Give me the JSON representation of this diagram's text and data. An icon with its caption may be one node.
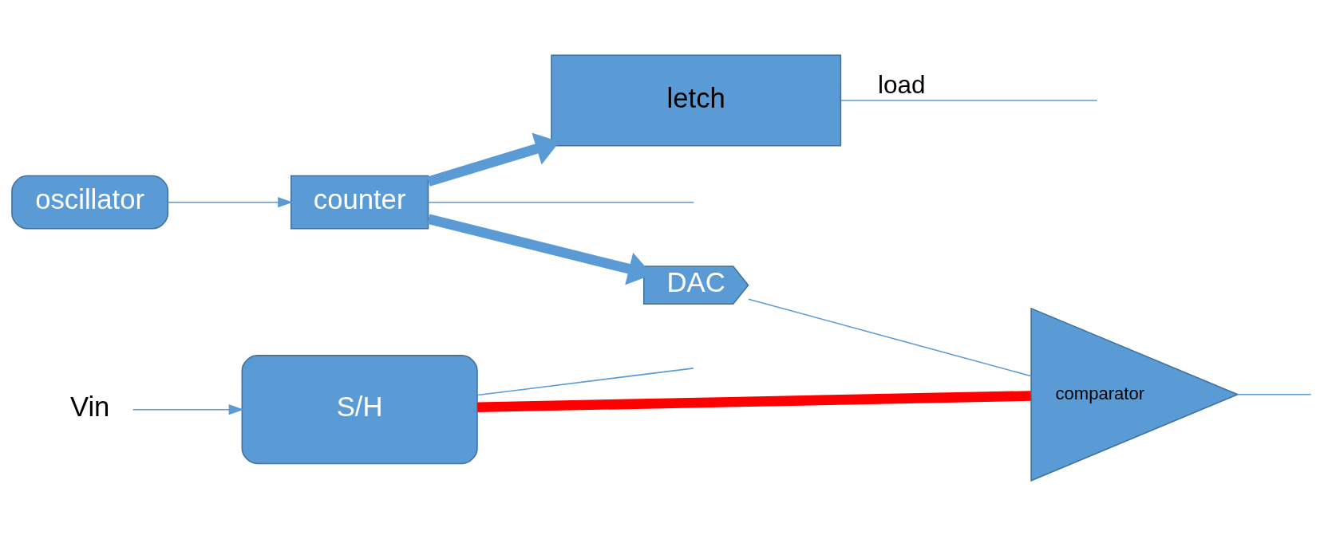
{
  "diagram": {
    "nodes": [
      {
        "text": [
          "oscillator"
        ]
      },
      {
        "text": [
          "counter"
        ]
      },
      {
        "text": [
          "DAC"
        ]
      },
      {
        "text": [
          "comparator"
        ]
      },
      {
        "text": [
          "Vin"
        ]
      },
      {
        "text": [
          "S/H"
        ]
      },
      {
        "text": [
          "letch"
        ]
      }
    ],
    "edges": [
      {
        "from": 0,
        "to": 1,
        "arrow": "to"
      },
      {
        "from": 1,
        "to": 2,
        "arrow": "to",
        "style": "thick"
      },
      {
        "from": 1,
        "to": 6,
        "arrow": "to",
        "style": "thick"
      },
      {
        "from": 2,
        "to": 3,
        "arrow": "none"
      },
      {
        "from": 4,
        "to": 5,
        "arrow": "to"
      },
      {
        "from": 5,
        "to": 3,
        "arrow": "none",
        "style": "thick",
        "color": "#ff0000"
      },
      {
        "from": 3,
        "to": null,
        "arrow": "none"
      },
      {
        "from": 1,
        "to": null,
        "arrow": "none"
      },
      {
        "from": 5,
        "to": null,
        "arrow": "none"
      },
      {
        "from": 6,
        "to": null,
        "arrow": "none",
        "label": "load"
      }
    ]
  }
}
